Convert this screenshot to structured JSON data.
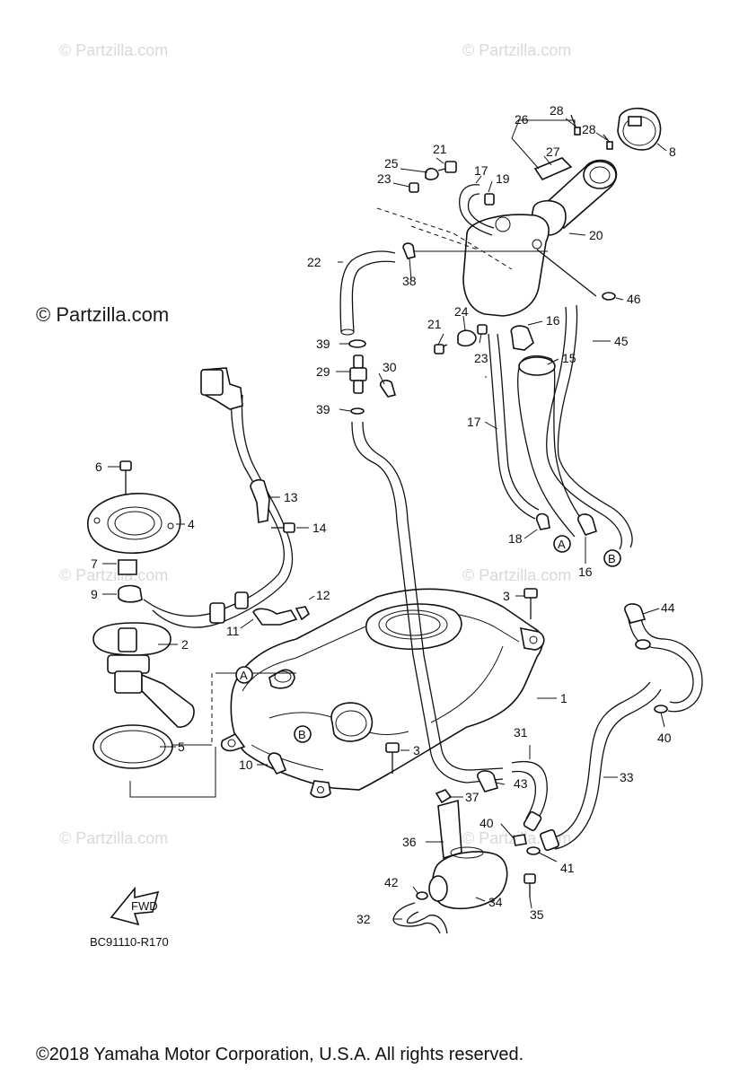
{
  "watermarks": {
    "light": "© Partzilla.com",
    "dark": "© Partzilla.com"
  },
  "diagram_code": "BC91110-R170",
  "copyright": "©2018 Yamaha Motor Corporation, U.S.A. All rights reserved.",
  "fwd_label": "FWD",
  "connection_marks": {
    "a": "A",
    "b": "B"
  },
  "callouts": [
    "1",
    "2",
    "3",
    "4",
    "5",
    "6",
    "7",
    "8",
    "9",
    "10",
    "11",
    "12",
    "13",
    "14",
    "15",
    "16",
    "17",
    "18",
    "19",
    "20",
    "21",
    "22",
    "23",
    "24",
    "25",
    "26",
    "27",
    "28",
    "29",
    "30",
    "31",
    "32",
    "33",
    "34",
    "35",
    "36",
    "37",
    "38",
    "39",
    "40",
    "41",
    "42",
    "43",
    "44",
    "45",
    "46"
  ]
}
